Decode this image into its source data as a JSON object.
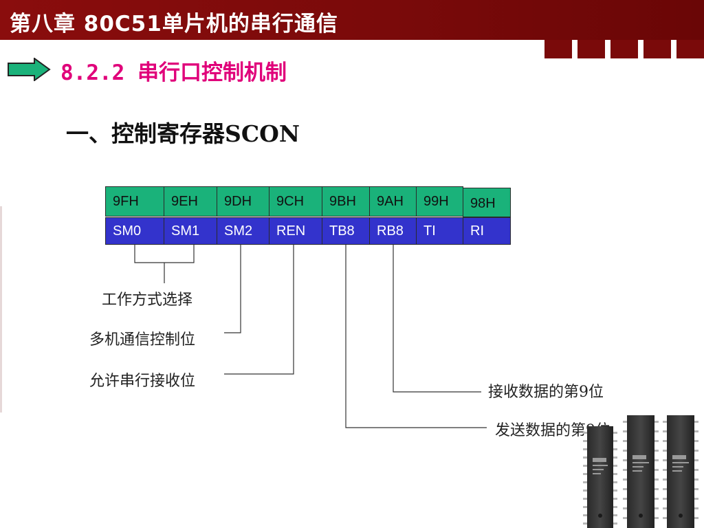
{
  "header": {
    "title": "第八章 80C51单片机的串行通信",
    "bg_color": "#7a0a0a"
  },
  "subtitle": "8.2.2 串行口控制机制",
  "section_title": "一、控制寄存器SCON",
  "register": {
    "addresses": [
      "9FH",
      "9EH",
      "9DH",
      "9CH",
      "9BH",
      "9AH",
      "99H",
      "98H"
    ],
    "bits": [
      "SM0",
      "SM1",
      "SM2",
      "REN",
      "TB8",
      "RB8",
      "TI",
      "RI"
    ],
    "addr_color": "#1ab27a",
    "bit_color": "#3333cc"
  },
  "annotations": {
    "mode_select": "工作方式选择",
    "multi_comm": "多机通信控制位",
    "allow_receive": "允许串行接收位",
    "rx_9th": "接收数据的第9位",
    "tx_9th": "发送数据的第9位"
  },
  "decorations": {
    "arrow_icon": "right-arrow-icon",
    "image_icon": "chip-photo-icon"
  }
}
